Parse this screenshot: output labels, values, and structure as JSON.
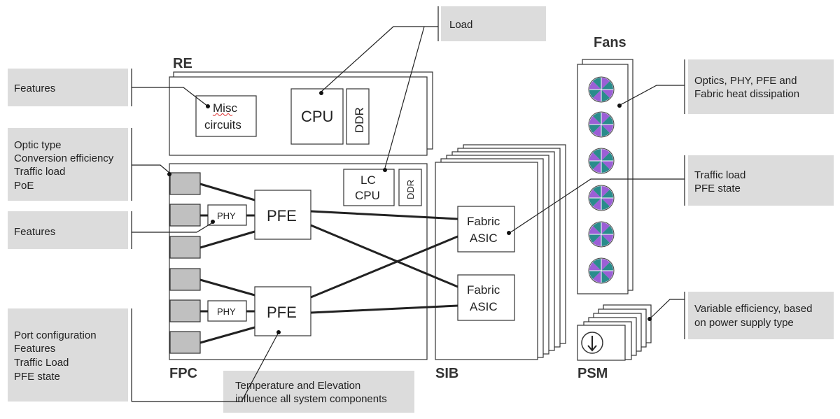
{
  "sections": {
    "re": "RE",
    "fpc": "FPC",
    "sib": "SIB",
    "fans": "Fans",
    "psm": "PSM"
  },
  "components": {
    "misc_line1": "Misc",
    "misc_line2": "circuits",
    "cpu": "CPU",
    "ddr": "DDR",
    "lc_line1": "LC",
    "lc_line2": "CPU",
    "lc_ddr": "DDR",
    "pfe_top": "PFE",
    "pfe_bottom": "PFE",
    "phy_top": "PHY",
    "phy_bottom": "PHY",
    "fabric_top_line1": "Fabric",
    "fabric_top_line2": "ASIC",
    "fabric_bottom_line1": "Fabric",
    "fabric_bottom_line2": "ASIC"
  },
  "notes": {
    "load": [
      "Load"
    ],
    "features_re": [
      "Features"
    ],
    "optics": [
      "Optic type",
      "Conversion efficiency",
      "Traffic load",
      "PoE"
    ],
    "features_phy": [
      "Features"
    ],
    "port_config": [
      "Port configuration",
      "Features",
      "Traffic Load",
      "PFE state"
    ],
    "environment": [
      "Temperature and Elevation",
      "influence all system components"
    ],
    "fans_heat": [
      "Optics, PHY, PFE and",
      "Fabric heat dissipation"
    ],
    "traffic": [
      "Traffic load",
      "PFE state"
    ],
    "psu": [
      "Variable efficiency, based",
      "on power supply type"
    ]
  },
  "colors": {
    "note_fill": "#dcdcdc",
    "port_fill": "#c0c0c0",
    "fan_purple": "#9b5fd6",
    "fan_teal": "#2a8c8c"
  },
  "icons": {
    "fan": "fan-icon",
    "psm": "power-arrow-down-icon"
  }
}
